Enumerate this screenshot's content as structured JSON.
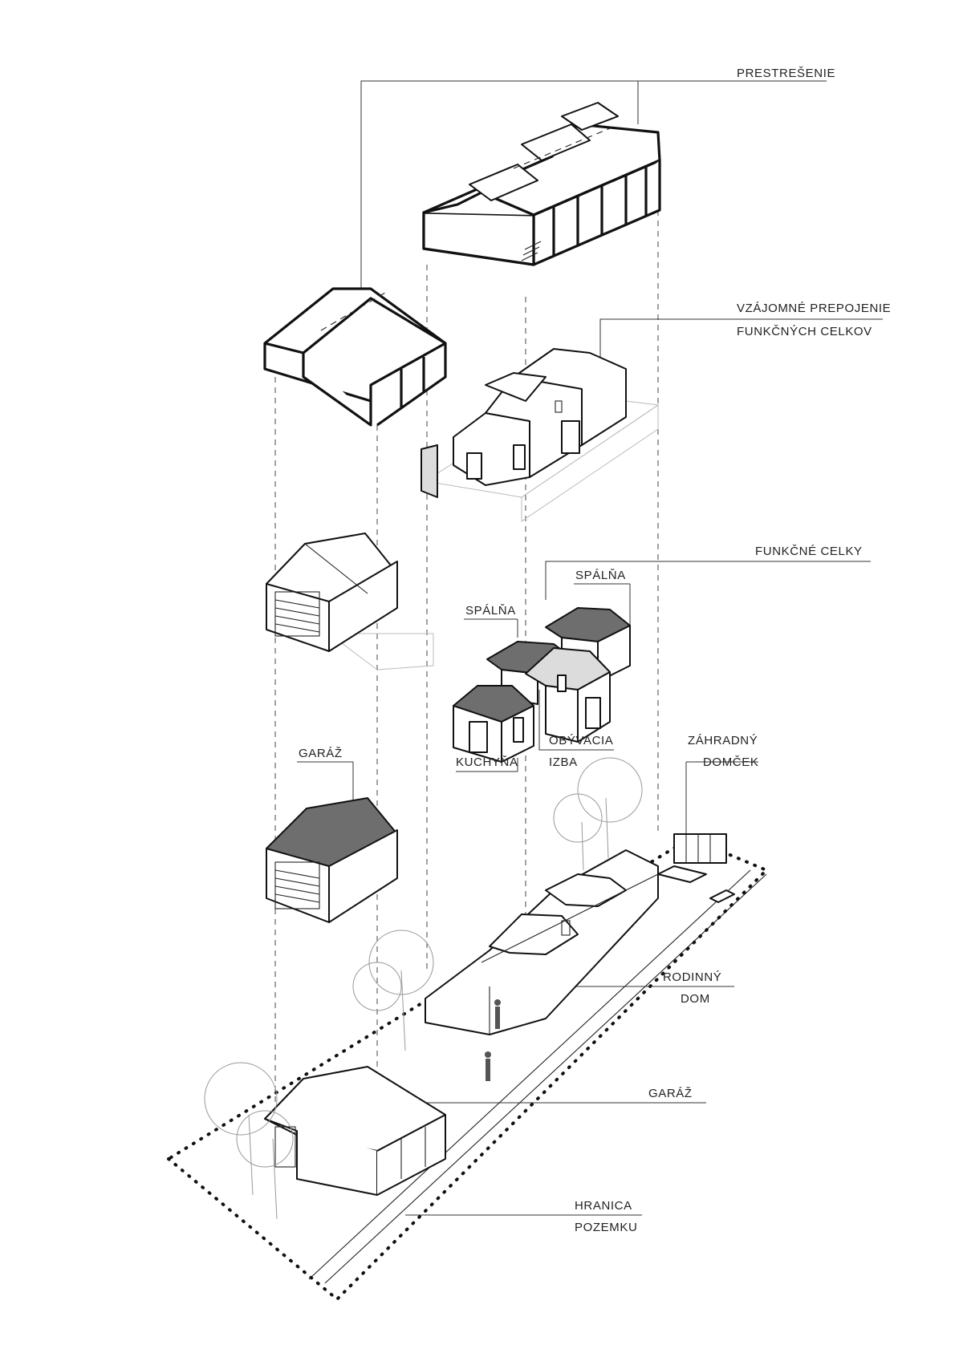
{
  "labels": {
    "roof": "PRESTREŠENIE",
    "connection_1": "VZÁJOMNÉ PREPOJENIE",
    "connection_2": "FUNKČNÝCH CELKOV",
    "functional_units": "FUNKČNÉ CELKY",
    "bedroom_right": "SPÁLŇA",
    "bedroom_left": "SPÁLŇA",
    "garage_top": "GARÁŽ",
    "kitchen": "KUCHYŇA",
    "living_1": "OBÝVACIA",
    "living_2": "IZBA",
    "garden_house_1": "ZÁHRADNÝ",
    "garden_house_2": "DOMČEK",
    "family_house_1": "RODINNÝ",
    "family_house_2": "DOM",
    "garage_bottom": "GARÁŽ",
    "plot_boundary_1": "HRANICA",
    "plot_boundary_2": "POZEMKU"
  },
  "colors": {
    "line": "#111111",
    "roof_fill": "#6e6e6e",
    "wall_fill": "#dcdcdc",
    "background": "#ffffff"
  }
}
